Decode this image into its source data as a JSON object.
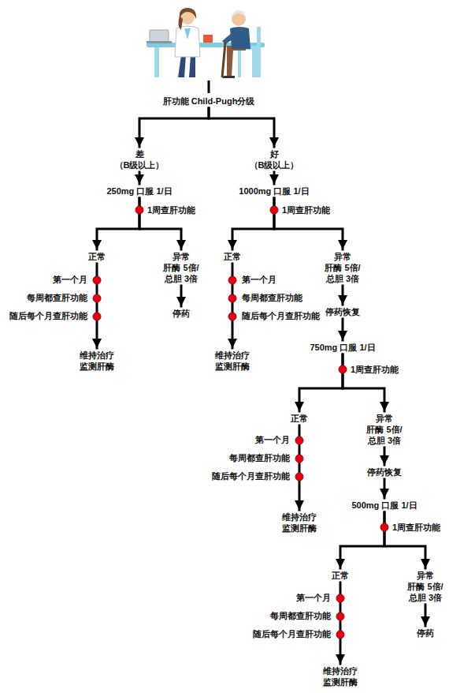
{
  "diagram": {
    "nodes": [
      {
        "text": [
          "肝功能 Child-Pugh分级"
        ]
      },
      {
        "text": [
          "差",
          "（B级以上）"
        ]
      },
      {
        "text": [
          "好",
          "（B级以上）"
        ]
      },
      {
        "text": [
          "250mg 口服 1/日"
        ]
      },
      {
        "text": [
          "1000mg 口服 1/日"
        ]
      },
      {
        "text": [
          "正常"
        ]
      },
      {
        "text": [
          "异常",
          "肝酶 5倍/ 总胆 3倍"
        ]
      },
      {
        "text": [
          "维持治疗 监测肝酶"
        ]
      },
      {
        "text": [
          "停药"
        ]
      },
      {
        "text": [
          "正常"
        ]
      },
      {
        "text": [
          "异常",
          "肝酶 5倍/ 总胆 3倍"
        ]
      },
      {
        "text": [
          "维持治疗 监测肝酶"
        ]
      },
      {
        "text": [
          "停药恢复"
        ]
      },
      {
        "text": [
          "750mg 口服 1/日"
        ]
      },
      {
        "text": [
          "正常"
        ]
      },
      {
        "text": [
          "异常",
          "肝酶 5倍/ 总胆 3倍"
        ]
      },
      {
        "text": [
          "维持治疗 监测肝酶"
        ]
      },
      {
        "text": [
          "停药恢复"
        ]
      },
      {
        "text": [
          "500mg 口服 1/日"
        ]
      },
      {
        "text": [
          "正常"
        ]
      },
      {
        "text": [
          "异常",
          "肝酶 5倍/ 总胆 3倍"
        ]
      },
      {
        "text": [
          "维持治疗 监测肝酶"
        ]
      },
      {
        "text": [
          "停药"
        ]
      }
    ],
    "edges": [
      {
        "from": 0,
        "to": 1,
        "arrow": "to"
      },
      {
        "from": 0,
        "to": 2,
        "arrow": "to"
      },
      {
        "from": 1,
        "to": 3,
        "arrow": "to"
      },
      {
        "from": 2,
        "to": 4,
        "arrow": "to"
      },
      {
        "from": 3,
        "to": 5,
        "arrow": "to"
      },
      {
        "from": 3,
        "to": 6,
        "arrow": "to"
      },
      {
        "from": 5,
        "to": 7,
        "label": "第一个月 每周都查肝功能 随后每个月查肝功能",
        "arrow": "to"
      },
      {
        "from": 6,
        "to": 8,
        "arrow": "to"
      },
      {
        "from": 4,
        "to": 9,
        "arrow": "to"
      },
      {
        "from": 4,
        "to": 10,
        "arrow": "to"
      },
      {
        "from": 9,
        "to": 11,
        "label": "第一个月 每周都查肝功能 随后每个月查肝功能",
        "arrow": "to"
      },
      {
        "from": 10,
        "to": 12,
        "arrow": "to"
      },
      {
        "from": 12,
        "to": 13,
        "arrow": "to"
      },
      {
        "from": 13,
        "to": 14,
        "arrow": "to"
      },
      {
        "from": 13,
        "to": 15,
        "arrow": "to"
      },
      {
        "from": 14,
        "to": 16,
        "label": "第一个月 每周都查肝功能 随后每个月查肝功能",
        "arrow": "to"
      },
      {
        "from": 15,
        "to": 17,
        "arrow": "to"
      },
      {
        "from": 17,
        "to": 18,
        "arrow": "to"
      },
      {
        "from": 18,
        "to": 19,
        "arrow": "to"
      },
      {
        "from": 18,
        "to": 20,
        "arrow": "to"
      },
      {
        "from": 19,
        "to": 21,
        "label": "第一个月 每周都查肝功能 随后每个月查肝功能",
        "arrow": "to"
      },
      {
        "from": 20,
        "to": 22,
        "arrow": "to"
      }
    ],
    "labels": [
      "1周查肝功能",
      "1周查肝功能",
      "1周查肝功能",
      "1周查肝功能"
    ]
  }
}
